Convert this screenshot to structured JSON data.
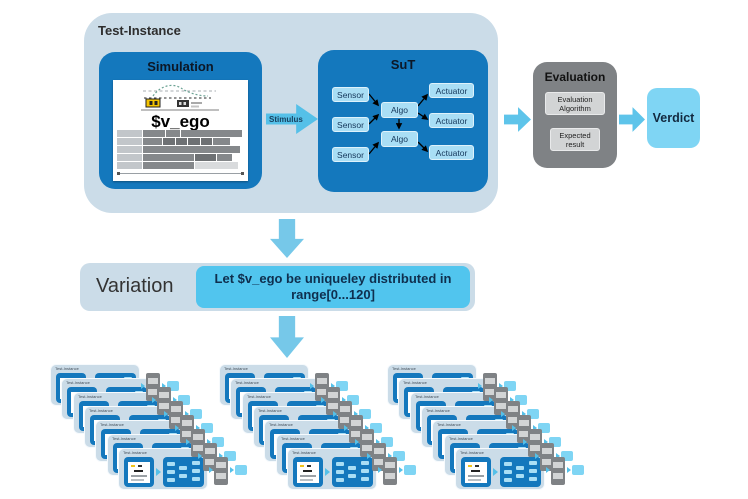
{
  "test_instance": {
    "label": "Test-Instance",
    "simulation": {
      "title": "Simulation",
      "variable": "$v_ego"
    },
    "stimulus_label": "Stimulus",
    "sut": {
      "title": "SuT",
      "sensors": [
        "Sensor",
        "Sensor",
        "Sensor"
      ],
      "algos": [
        "Algo",
        "Algo"
      ],
      "actuators": [
        "Actuator",
        "Actuator",
        "Actuator"
      ]
    }
  },
  "evaluation": {
    "title": "Evaluation",
    "algorithm_box": "Evaluation Algorithm",
    "expected_box": "Expected result"
  },
  "verdict": {
    "label": "Verdict"
  },
  "variation": {
    "label": "Variation",
    "rule_line1": "Let $v_ego be uniqueley distributed in",
    "rule_line2": "range[0...120]"
  },
  "groups": {
    "count": 3,
    "cards_per_group": 7
  },
  "colors": {
    "container_light": "#cbdce8",
    "dark_blue": "#1478bd",
    "node_light": "#a9def5",
    "eval_gray": "#7f8285",
    "eval_inner_gray": "#d2d4d5",
    "verdict_blue": "#7fd5f4",
    "arrow_blue": "#5ec4ea",
    "rule_cyan": "#51c5ee"
  }
}
